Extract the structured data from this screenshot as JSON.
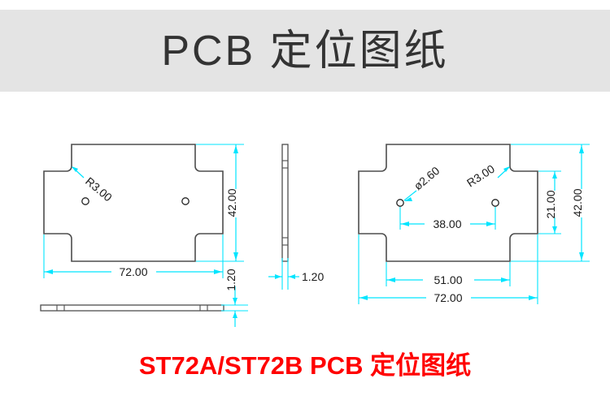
{
  "banner": {
    "title": "PCB 定位图纸"
  },
  "caption": {
    "text": "ST72A/ST72B PCB 定位图纸",
    "color": "#ff0000"
  },
  "colors": {
    "banner_background": "#e4e4e4",
    "title_text": "#333333",
    "outline_stroke": "#4d4d4d",
    "dimension_line": "#00e5ff",
    "dimension_text": "#1a1a1a",
    "page_background": "#ffffff"
  },
  "views": {
    "front_left": {
      "name": "front-view-left",
      "dimensions": {
        "width": "72.00",
        "height": "42.00",
        "fillet_radius": "R3.00"
      },
      "hole_count": 2
    },
    "side_vertical": {
      "name": "side-view-vertical",
      "dimensions": {
        "thickness": "1.20"
      }
    },
    "side_horizontal": {
      "name": "side-view-horizontal",
      "dimensions": {
        "thickness": "1.20"
      }
    },
    "front_right": {
      "name": "front-view-right",
      "dimensions": {
        "hole_diameter": "ø2.60",
        "fillet_radius": "R3.00",
        "hole_spacing": "38.00",
        "inner_height": "21.00",
        "total_height": "42.00",
        "notch_span": "51.00",
        "total_width": "72.00"
      },
      "hole_count": 2
    }
  },
  "chart_data": {
    "type": "table",
    "title": "PCB 定位图纸",
    "categories": [
      "72.00",
      "42.00",
      "R3.00",
      "1.20",
      "ø2.60",
      "38.00",
      "21.00",
      "51.00"
    ],
    "values": [
      72.0,
      42.0,
      3.0,
      1.2,
      2.6,
      38.0,
      21.0,
      51.0
    ]
  }
}
